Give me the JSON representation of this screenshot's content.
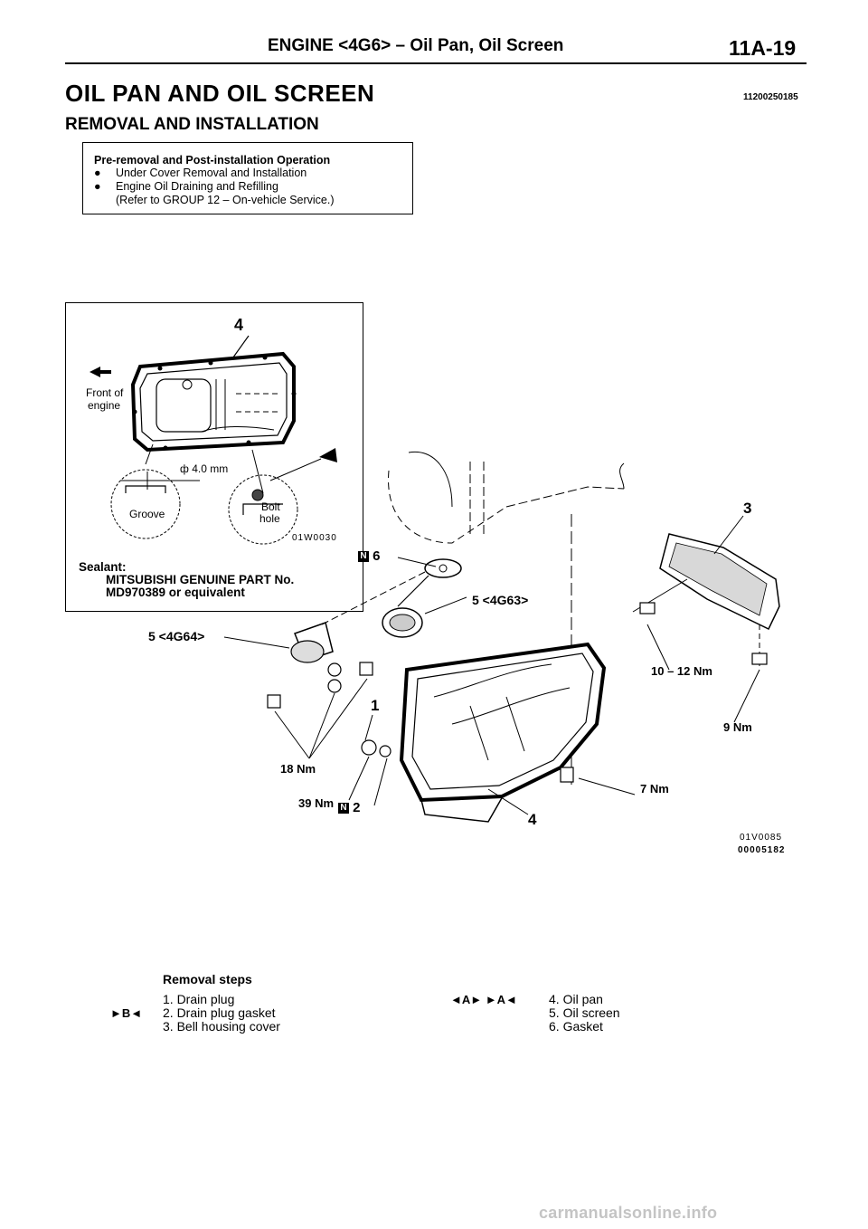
{
  "header": {
    "section": "ENGINE <4G6> – Oil Pan, Oil Screen",
    "page": "11A-19"
  },
  "title": "OIL PAN AND OIL SCREEN",
  "doc_id": "11200250185",
  "subtitle": "REMOVAL AND INSTALLATION",
  "operation_box": {
    "title": "Pre-removal and Post-installation Operation",
    "items": [
      "Under Cover Removal and Installation",
      "Engine Oil Draining and Refilling"
    ],
    "reference": "(Refer to GROUP 12 – On-vehicle Service.)"
  },
  "inset": {
    "part_number": "4",
    "front_label_1": "Front of",
    "front_label_2": "engine",
    "dimension": "ф 4.0 mm",
    "groove": "Groove",
    "bolt_1": "Bolt",
    "bolt_2": "hole",
    "figure_code": "01W0030",
    "sealant_title": "Sealant:",
    "sealant_line_1": "MITSUBISHI GENUINE PART No.",
    "sealant_line_2": "MD970389 or equivalent"
  },
  "diagram": {
    "labels": {
      "part_6": "6",
      "part_3": "3",
      "part_5_4g63": "5 <4G63>",
      "part_5_4g64": "5 <4G64>",
      "part_1": "1",
      "part_2": "2",
      "part_4": "4",
      "torque_10_12": "10 – 12 Nm",
      "torque_9": "9 Nm",
      "torque_18": "18 Nm",
      "torque_39": "39 Nm",
      "torque_7": "7 Nm",
      "new_mark": "N"
    },
    "figure_code": "01V0085",
    "figure_number": "00005182"
  },
  "removal_steps": {
    "heading": "Removal steps",
    "left": [
      {
        "text": "1. Drain plug",
        "mark": ""
      },
      {
        "text": "2. Drain plug gasket",
        "mark": "►B◄"
      },
      {
        "text": "3. Bell housing cover",
        "mark": ""
      }
    ],
    "right": [
      {
        "text": "4. Oil pan",
        "mark": "◄A► ►A◄"
      },
      {
        "text": "5. Oil screen",
        "mark": ""
      },
      {
        "text": "6. Gasket",
        "mark": ""
      }
    ]
  },
  "watermark": "carmanualsonline.info"
}
